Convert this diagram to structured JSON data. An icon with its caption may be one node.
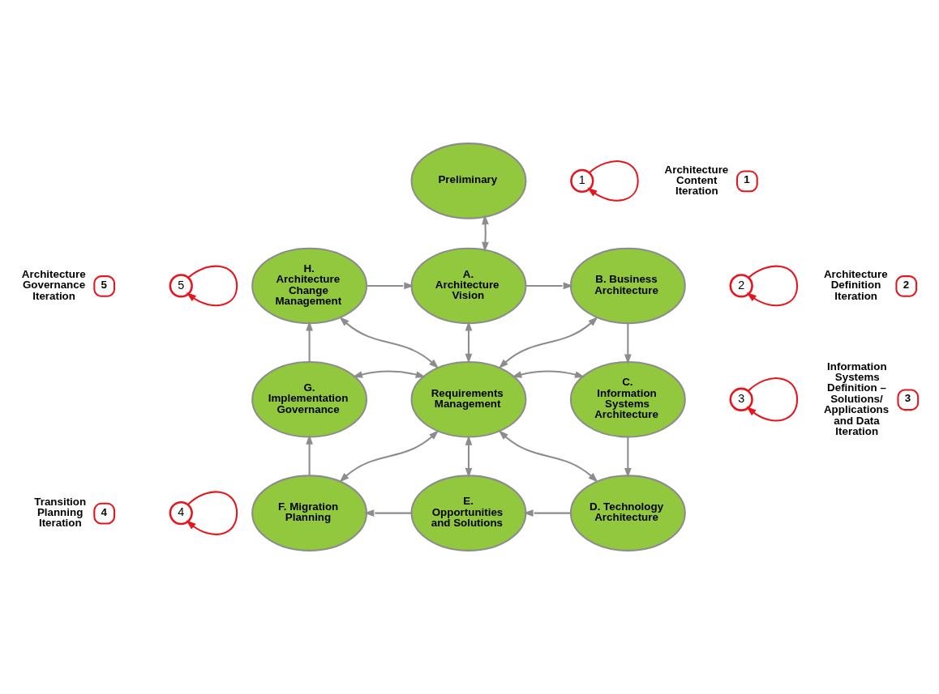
{
  "diagram": {
    "nodes": [
      {
        "text": [
          "Preliminary"
        ]
      },
      {
        "text": [
          "A. Architecture Vision"
        ]
      },
      {
        "text": [
          "B. Business Architecture"
        ]
      },
      {
        "text": [
          "C. Information Systems Architecture"
        ]
      },
      {
        "text": [
          "D. Technology Architecture"
        ]
      },
      {
        "text": [
          "E. Opportunities and Solutions"
        ]
      },
      {
        "text": [
          "F. Migration Planning"
        ]
      },
      {
        "text": [
          "G. Implementation Governance"
        ]
      },
      {
        "text": [
          "H. Architecture Change Management"
        ]
      },
      {
        "text": [
          "Requirements Management"
        ]
      },
      {
        "text": [
          "1"
        ]
      },
      {
        "text": [
          "2"
        ]
      },
      {
        "text": [
          "3"
        ]
      },
      {
        "text": [
          "4"
        ]
      },
      {
        "text": [
          "5"
        ]
      },
      {
        "text": [
          "1"
        ],
        "beside": [
          "Architecture Content Iteration"
        ]
      },
      {
        "text": [
          "2"
        ],
        "beside": [
          "Architecture Definition Iteration"
        ]
      },
      {
        "text": [
          "3"
        ],
        "beside": [
          "Information Systems Definition – Solutions/ Applications and Data Iteration"
        ]
      },
      {
        "text": [
          "4"
        ],
        "beside": [
          "Transition Planning Iteration"
        ]
      },
      {
        "text": [
          "5"
        ],
        "beside": [
          "Architecture Governance Iteration"
        ]
      }
    ],
    "edges": [
      {
        "from": 0,
        "to": 1,
        "arrow": "both"
      },
      {
        "from": 8,
        "to": 1,
        "arrow": "to"
      },
      {
        "from": 1,
        "to": 2,
        "arrow": "to"
      },
      {
        "from": 2,
        "to": 3,
        "arrow": "to"
      },
      {
        "from": 3,
        "to": 4,
        "arrow": "to"
      },
      {
        "from": 4,
        "to": 5,
        "arrow": "to"
      },
      {
        "from": 5,
        "to": 6,
        "arrow": "to"
      },
      {
        "from": 6,
        "to": 7,
        "arrow": "to"
      },
      {
        "from": 7,
        "to": 8,
        "arrow": "to"
      },
      {
        "from": 9,
        "to": 1,
        "arrow": "both"
      },
      {
        "from": 9,
        "to": 2,
        "arrow": "both"
      },
      {
        "from": 9,
        "to": 3,
        "arrow": "both"
      },
      {
        "from": 9,
        "to": 4,
        "arrow": "both"
      },
      {
        "from": 9,
        "to": 5,
        "arrow": "both"
      },
      {
        "from": 9,
        "to": 6,
        "arrow": "both"
      },
      {
        "from": 9,
        "to": 7,
        "arrow": "both"
      },
      {
        "from": 9,
        "to": 8,
        "arrow": "both"
      },
      {
        "from": 10,
        "to": 10,
        "arrow": "to",
        "color": "#e8141c"
      },
      {
        "from": 11,
        "to": 11,
        "arrow": "to",
        "color": "#e8141c"
      },
      {
        "from": 12,
        "to": 12,
        "arrow": "to",
        "color": "#e8141c"
      },
      {
        "from": 13,
        "to": 13,
        "arrow": "to",
        "color": "#e8141c"
      },
      {
        "from": 14,
        "to": 14,
        "arrow": "to",
        "color": "#e8141c"
      }
    ]
  }
}
